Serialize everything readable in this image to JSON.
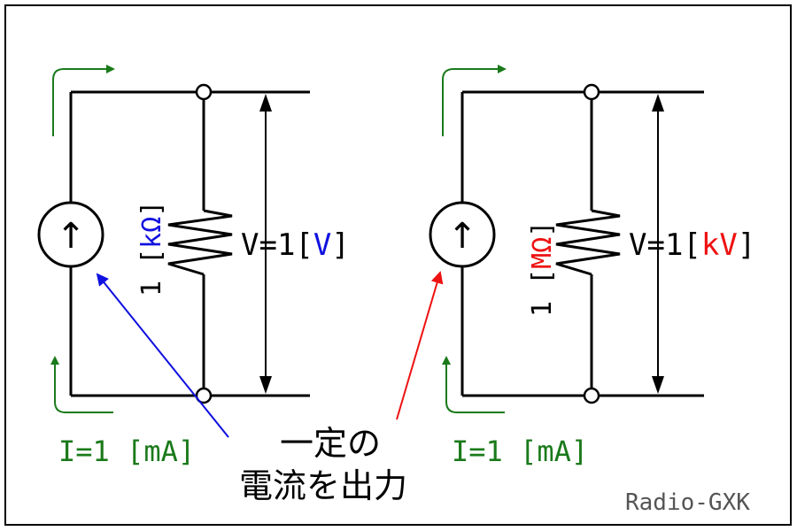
{
  "colors": {
    "wire": "#000000",
    "current_arrow": "#1a7a1a",
    "blue": "#1010e0",
    "red": "#ee1111",
    "watermark": "#555555"
  },
  "left_circuit": {
    "source_symbol": "↑",
    "resistor": {
      "num": "1",
      "bracket_open": "[",
      "unit": "kΩ",
      "bracket_close": "]"
    },
    "voltage": {
      "prefix": "V=1",
      "bracket_open": "[",
      "unit": "V",
      "bracket_close": "]"
    },
    "current_label": "I=1 [mA]"
  },
  "right_circuit": {
    "source_symbol": "↑",
    "resistor": {
      "num": "1",
      "bracket_open": "[",
      "unit": "MΩ",
      "bracket_close": "]"
    },
    "voltage": {
      "prefix": "V=1",
      "bracket_open": "[",
      "unit": "kV",
      "bracket_close": "]"
    },
    "current_label": "I=1 [mA]"
  },
  "annotation": {
    "line1": "一定の",
    "line2": "電流を出力"
  },
  "watermark": "Radio-GXK"
}
